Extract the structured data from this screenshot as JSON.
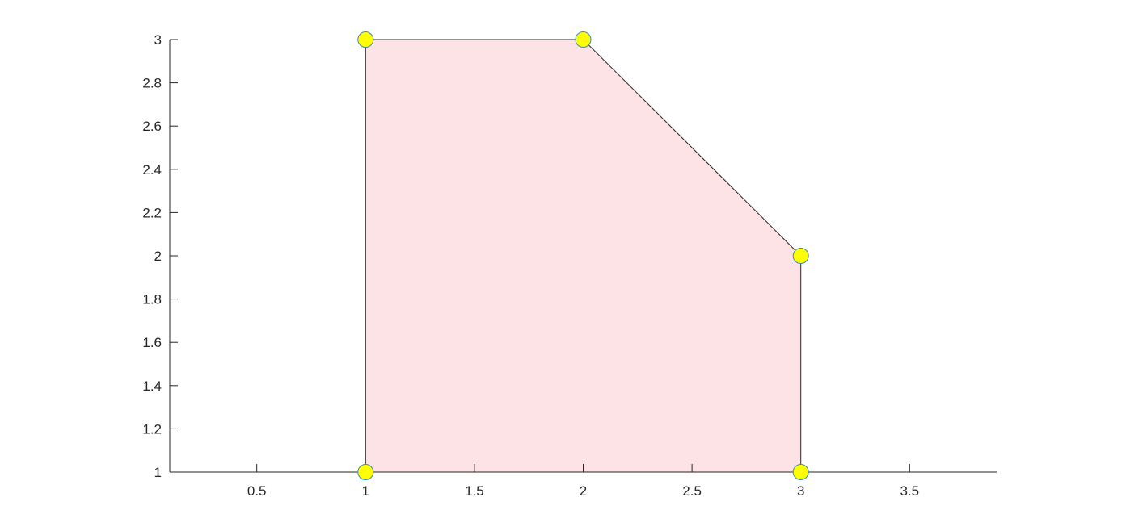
{
  "chart_data": {
    "type": "area",
    "title": "",
    "xlabel": "",
    "ylabel": "",
    "xlim": [
      0.1,
      3.9
    ],
    "ylim": [
      1,
      3
    ],
    "grid": false,
    "x_ticks": [
      0.5,
      1,
      1.5,
      2,
      2.5,
      3,
      3.5
    ],
    "x_tick_labels": [
      "0.5",
      "1",
      "1.5",
      "2",
      "2.5",
      "3",
      "3.5"
    ],
    "y_ticks": [
      1,
      1.2,
      1.4,
      1.6,
      1.8,
      2,
      2.2,
      2.4,
      2.6,
      2.8,
      3
    ],
    "y_tick_labels": [
      "1",
      "1.2",
      "1.4",
      "1.6",
      "1.8",
      "2",
      "2.2",
      "2.4",
      "2.6",
      "2.8",
      "3"
    ],
    "series": [
      {
        "x": [
          1,
          1,
          2,
          3,
          3
        ],
        "y": [
          1,
          3,
          3,
          2,
          1
        ],
        "fill_color": "#fde3e6",
        "edge_color": "#262626",
        "marker_color": "#ffff00",
        "marker_edge_color": "#3a8fb0"
      }
    ]
  }
}
